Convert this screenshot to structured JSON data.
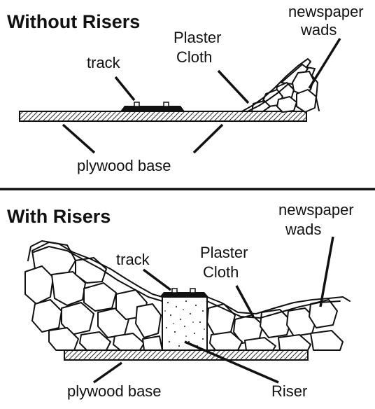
{
  "top_panel": {
    "title": "Without Risers",
    "labels": {
      "newspaper_line1": "newspaper",
      "newspaper_line2": "wads",
      "plaster_line1": "Plaster",
      "plaster_line2": "Cloth",
      "track": "track",
      "plywood": "plywood base"
    }
  },
  "bottom_panel": {
    "title": "With Risers",
    "labels": {
      "newspaper_line1": "newspaper",
      "newspaper_line2": "wads",
      "plaster_line1": "Plaster",
      "plaster_line2": "Cloth",
      "track": "track",
      "plywood": "plywood base",
      "riser": "Riser"
    }
  }
}
